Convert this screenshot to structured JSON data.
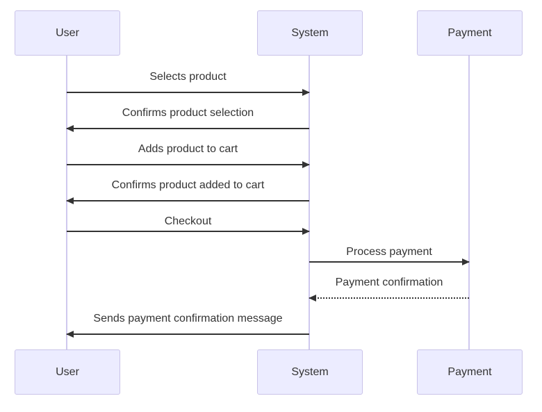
{
  "diagram": {
    "type": "sequence",
    "colors": {
      "background": "#ffffff",
      "actor_fill": "#ECECFF",
      "actor_border": "#c9c2e8",
      "lifeline": "#cfc8ee",
      "arrow": "#333333",
      "text": "#333333"
    },
    "actors": [
      {
        "name": "User"
      },
      {
        "name": "System"
      },
      {
        "name": "Payment"
      }
    ],
    "messages": [
      {
        "text": "Selects product",
        "from": "User",
        "to": "System",
        "line": "solid",
        "arrow": "filled"
      },
      {
        "text": "Confirms product selection",
        "from": "System",
        "to": "User",
        "line": "solid",
        "arrow": "filled"
      },
      {
        "text": "Adds product to cart",
        "from": "User",
        "to": "System",
        "line": "solid",
        "arrow": "filled"
      },
      {
        "text": "Confirms product added to cart",
        "from": "System",
        "to": "User",
        "line": "solid",
        "arrow": "filled"
      },
      {
        "text": "Checkout",
        "from": "User",
        "to": "System",
        "line": "solid",
        "arrow": "filled"
      },
      {
        "text": "Process payment",
        "from": "System",
        "to": "Payment",
        "line": "solid",
        "arrow": "filled"
      },
      {
        "text": "Payment confirmation",
        "from": "Payment",
        "to": "System",
        "line": "dotted",
        "arrow": "filled"
      },
      {
        "text": "Sends payment confirmation message",
        "from": "System",
        "to": "User",
        "line": "solid",
        "arrow": "filled"
      }
    ]
  }
}
